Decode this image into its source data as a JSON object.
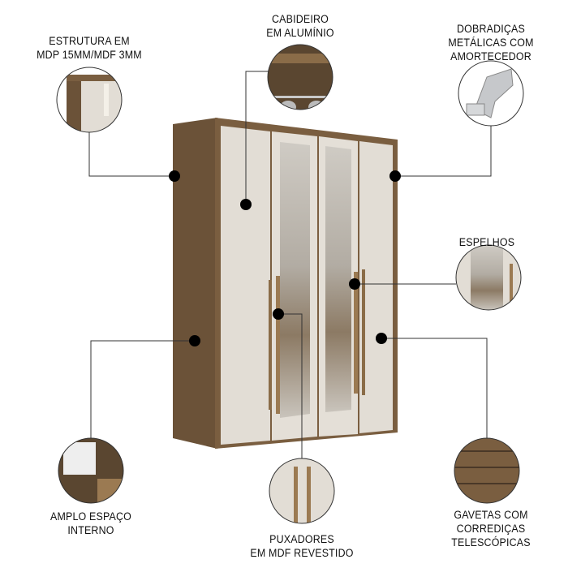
{
  "features": [
    {
      "id": "structure",
      "lines": [
        "ESTRUTURA EM",
        "MDP 15MM/MDF 3MM"
      ],
      "icon": "panel-edge-detail"
    },
    {
      "id": "hanger",
      "lines": [
        "CABIDEIRO",
        "EM ALUMÍNIO"
      ],
      "icon": "hanger-rod-detail"
    },
    {
      "id": "hinges",
      "lines": [
        "DOBRADIÇAS",
        "METÁLICAS COM",
        "AMORTECEDOR"
      ],
      "icon": "hinge-detail"
    },
    {
      "id": "mirrors",
      "lines": [
        "ESPELHOS"
      ],
      "icon": "mirror-detail"
    },
    {
      "id": "interior",
      "lines": [
        "AMPLO ESPAÇO",
        "INTERNO"
      ],
      "icon": "interior-detail"
    },
    {
      "id": "handles",
      "lines": [
        "PUXADORES",
        "EM MDF REVESTIDO"
      ],
      "icon": "handle-detail"
    },
    {
      "id": "drawers",
      "lines": [
        "GAVETAS COM",
        "CORREDIÇAS",
        "TELESCÓPICAS"
      ],
      "icon": "drawer-detail"
    }
  ],
  "colors": {
    "wood": "#6b5238",
    "cream": "#e2ddd5",
    "mirror": "#b9b5ae",
    "line": "#333333",
    "dot": "#000000"
  }
}
